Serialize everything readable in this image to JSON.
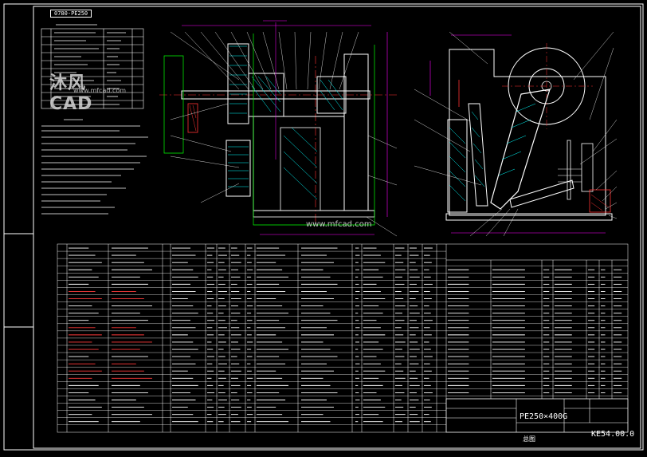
{
  "watermark": {
    "logo": "沐风CAD",
    "url_top": "www.mfcad.com",
    "url_center": "www.mfcad.com"
  },
  "drawing": {
    "code": "0780-PE250",
    "title_block": {
      "model": "PE250×400G",
      "drawing_no": "KE54.00.0",
      "scale_label": "总图"
    }
  },
  "colors": {
    "background": "#000000",
    "frame": "#ffffff",
    "part_outline": "#ffffff",
    "hatch": "#00ffff",
    "dimension": "#ff00ff",
    "centerline": "#ff3333",
    "leader": "#ffffff",
    "table_line": "#ffffff",
    "table_text_red": "#ff3b3b",
    "title_text": "#ffff66"
  }
}
